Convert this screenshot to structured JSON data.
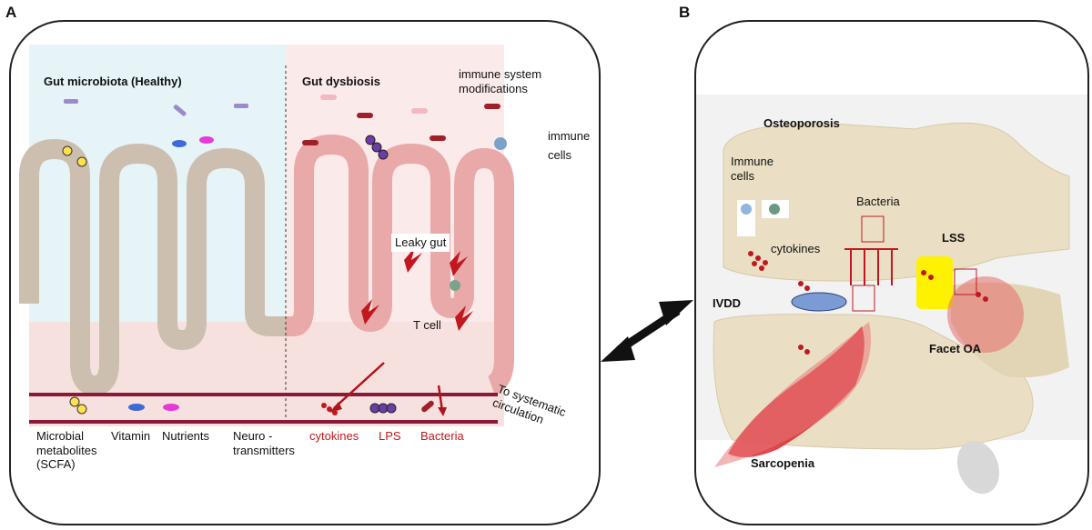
{
  "panelA": {
    "letter": "A",
    "healthy_title": "Gut microbiota (Healthy)",
    "dysbiosis_title": "Gut dysbiosis",
    "immune_mod": [
      "immune system",
      "modifications"
    ],
    "immune_cells": [
      "immune",
      "cells"
    ],
    "leaky_gut": "Leaky gut",
    "t_cell": "T cell",
    "circulation": [
      "To systematic",
      "circulation"
    ],
    "bottom_labels": {
      "microbial": [
        "Microbial",
        "metabolites",
        "(SCFA)"
      ],
      "vitamin": "Vitamin",
      "nutrients": "Nutrients",
      "neuro": [
        "Neuro -",
        "transmitters"
      ],
      "cytokines": "cytokines",
      "lps": "LPS",
      "bacteria": "Bacteria"
    }
  },
  "panelB": {
    "letter": "B",
    "osteoporosis": "Osteoporosis",
    "immune_cells": [
      "Immune",
      "cells"
    ],
    "bacteria": "Bacteria",
    "cytokines": "cytokines",
    "lss": "LSS",
    "ivdd": "IVDD",
    "facet_oa": "Facet OA",
    "sarcopenia": "Sarcopenia"
  },
  "colors": {
    "healthy_bg": "#e6f4f8",
    "dysbiosis_bg": "#fbe4e4",
    "villus_healthy": "#d9cfc4",
    "villus_dysbiosis": "#e8a8a8",
    "bone": "#eadfc4",
    "accent_red": "#c0181e",
    "arrow": "#111111"
  }
}
